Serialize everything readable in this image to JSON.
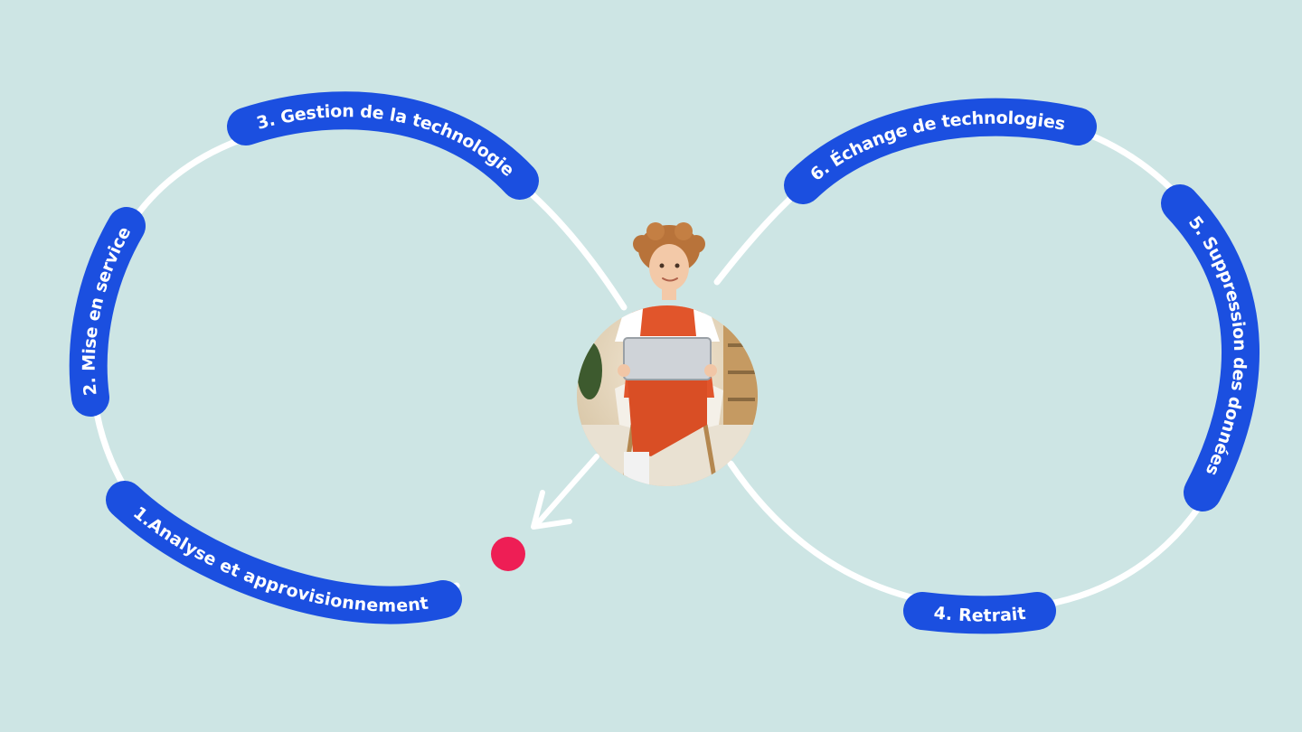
{
  "colors": {
    "background": "#cde5e4",
    "loop": "#ffffff",
    "pill": "#1b4fe0",
    "pill_text": "#ffffff",
    "start_dot": "#ee1e55"
  },
  "stages": [
    {
      "id": "stage-1",
      "label": "1.Analyse et approvisionnement"
    },
    {
      "id": "stage-2",
      "label": "2. Mise en service"
    },
    {
      "id": "stage-3",
      "label": "3. Gestion de la technologie"
    },
    {
      "id": "stage-4",
      "label": "4. Retrait"
    },
    {
      "id": "stage-5",
      "label": "5. Suppression des données"
    },
    {
      "id": "stage-6",
      "label": "6. Échange de technologies"
    }
  ],
  "center_photo": {
    "icon": "child-with-tablet-photo"
  }
}
